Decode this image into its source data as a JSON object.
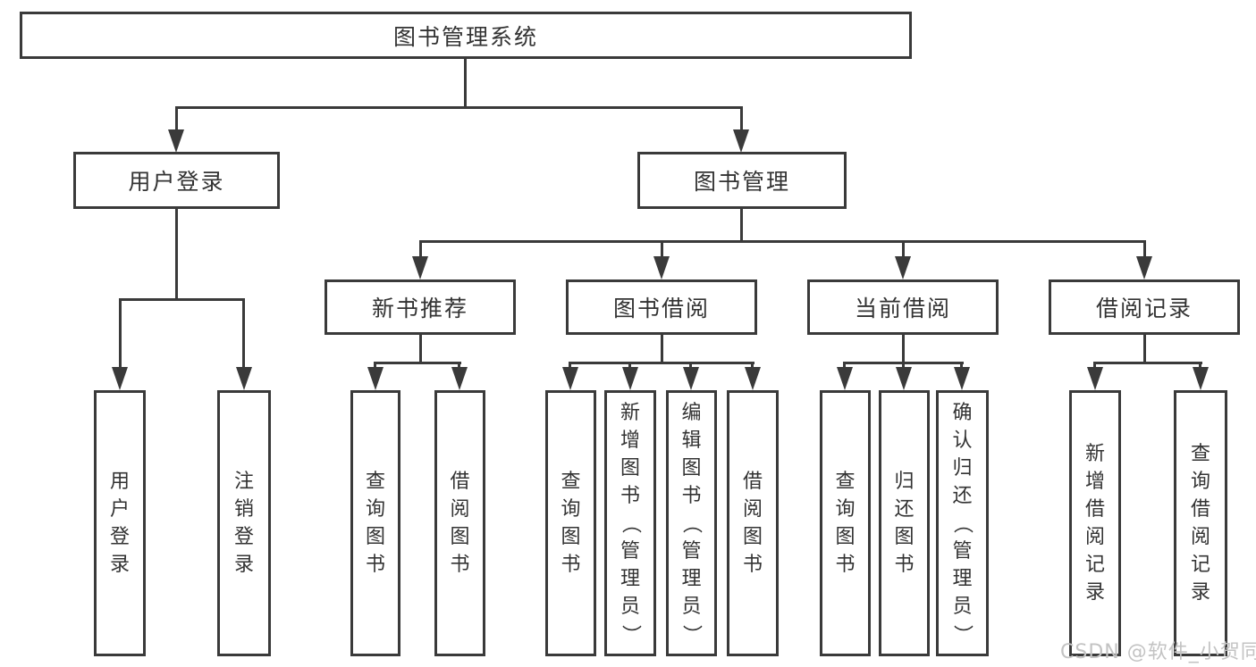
{
  "diagram": {
    "root": {
      "label": "图书管理系统",
      "children": [
        {
          "label": "用户登录",
          "children": [
            {
              "label": "用户登录"
            },
            {
              "label": "注销登录"
            }
          ]
        },
        {
          "label": "图书管理",
          "children": [
            {
              "label": "新书推荐",
              "children": [
                {
                  "label": "查询图书"
                },
                {
                  "label": "借阅图书"
                }
              ]
            },
            {
              "label": "图书借阅",
              "children": [
                {
                  "label": "查询图书"
                },
                {
                  "label": "新增图书（管理员）"
                },
                {
                  "label": "编辑图书（管理员）"
                },
                {
                  "label": "借阅图书"
                }
              ]
            },
            {
              "label": "当前借阅",
              "children": [
                {
                  "label": "查询图书"
                },
                {
                  "label": "归还图书"
                },
                {
                  "label": "确认归还（管理员）"
                }
              ]
            },
            {
              "label": "借阅记录",
              "children": [
                {
                  "label": "新增借阅记录"
                },
                {
                  "label": "查询借阅记录"
                }
              ]
            }
          ]
        }
      ]
    }
  },
  "watermark": {
    "text": "CSDN @软件_小贺同学"
  },
  "colors": {
    "line": "#3a3a3a",
    "text": "#333333",
    "watermark": "#c3c3c3",
    "background": "#ffffff"
  }
}
